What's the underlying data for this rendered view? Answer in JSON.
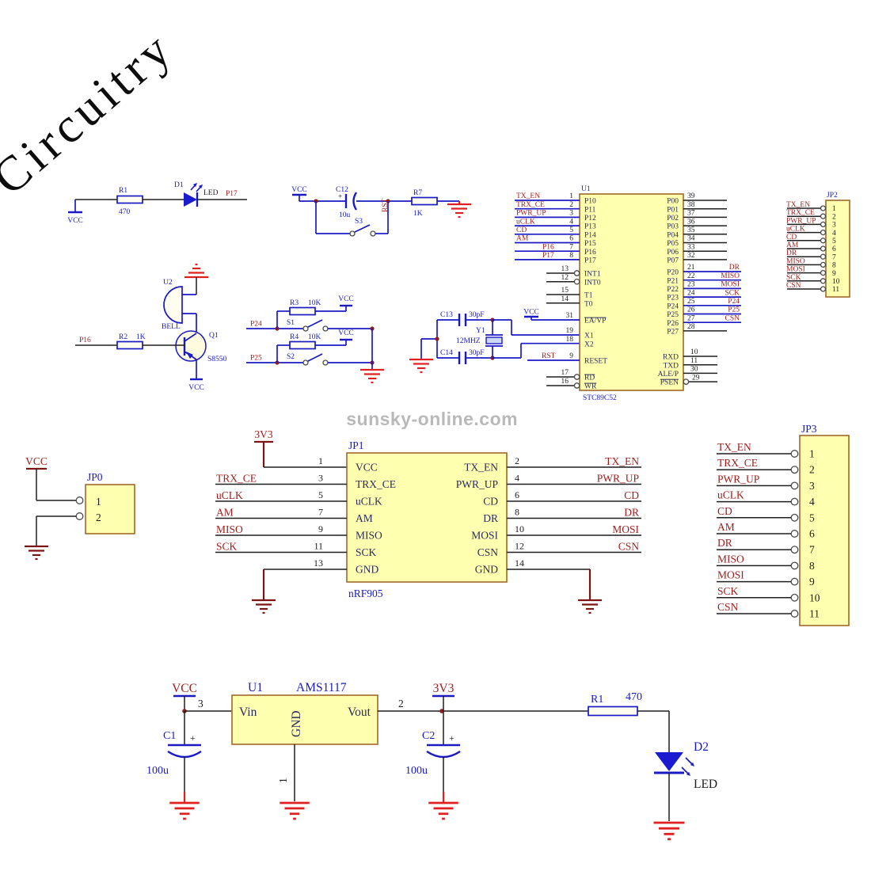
{
  "watermark": {
    "brand": "Circuitry",
    "site": "sunsky-online.com"
  },
  "colors": {
    "wire_blue": "#1a1ac4",
    "wire_dark": "#1f1f1f",
    "net_red": "#9e1c1c",
    "label_blue": "#1a1ac0",
    "box_fill": "#ffffb0",
    "box_border": "#a0682a",
    "ground_red": "#e02020",
    "ground_dark": "#7c1414",
    "watermark_gray": "#b9b9b9"
  },
  "led_top": {
    "vcc": "VCC",
    "r_ref": "R1",
    "r_val": "470",
    "d_ref": "D1",
    "d_type": "LED",
    "net": "P17"
  },
  "reset": {
    "vcc": "VCC",
    "c_ref": "C12",
    "c_plus": "+",
    "c_val": "10u",
    "net": "RST",
    "r_ref": "R7",
    "r_val": "1K",
    "s_ref": "S3"
  },
  "buzzer": {
    "u_ref": "U2",
    "device": "BELL",
    "q_ref": "Q1",
    "q_part": "S8550",
    "r_ref": "R2",
    "r_val": "1K",
    "net": "P16",
    "vcc": "VCC"
  },
  "keys": [
    {
      "net": "P24",
      "r_ref": "R3",
      "r_val": "10K",
      "vcc": "VCC",
      "s_ref": "S1"
    },
    {
      "net": "P25",
      "r_ref": "R4",
      "r_val": "10K",
      "vcc": "VCC",
      "s_ref": "S2"
    }
  ],
  "osc": {
    "c1_ref": "C13",
    "c1_val": "30pF",
    "c2_ref": "C14",
    "c2_val": "30pF",
    "y_ref": "Y1",
    "y_val": "12MHZ"
  },
  "mcu": {
    "ref": "U1",
    "part": "STC89C52",
    "vcc": "VCC",
    "rst": "RST",
    "left": [
      {
        "net": "TX_EN",
        "pin": "1",
        "name": "P10"
      },
      {
        "net": "TRX_CE",
        "pin": "2",
        "name": "P11"
      },
      {
        "net": "PWR_UP",
        "pin": "3",
        "name": "P12"
      },
      {
        "net": "uCLK",
        "pin": "4",
        "name": "P13"
      },
      {
        "net": "CD",
        "pin": "5",
        "name": "P14"
      },
      {
        "net": "AM",
        "pin": "6",
        "name": "P15"
      },
      {
        "net": "P16",
        "pin": "7",
        "name": "P16"
      },
      {
        "net": "P17",
        "pin": "8",
        "name": "P17"
      },
      {
        "pin": "13",
        "name": "INT1"
      },
      {
        "pin": "12",
        "name": "INT0"
      },
      {
        "pin": "15",
        "name": "T1"
      },
      {
        "pin": "14",
        "name": "T0"
      },
      {
        "pin": "31",
        "name": "EA/VP"
      },
      {
        "pin": "19",
        "name": "X1"
      },
      {
        "pin": "18",
        "name": "X2"
      },
      {
        "pin": "9",
        "name": "RESET"
      },
      {
        "pin": "17",
        "name": "RD"
      },
      {
        "pin": "16",
        "name": "WR"
      }
    ],
    "right": [
      {
        "pin": "39",
        "name": "P00"
      },
      {
        "pin": "38",
        "name": "P01"
      },
      {
        "pin": "37",
        "name": "P02"
      },
      {
        "pin": "36",
        "name": "P03"
      },
      {
        "pin": "35",
        "name": "P04"
      },
      {
        "pin": "34",
        "name": "P05"
      },
      {
        "pin": "33",
        "name": "P06"
      },
      {
        "pin": "32",
        "name": "P07"
      },
      {
        "pin": "21",
        "name": "P20",
        "net": "DR"
      },
      {
        "pin": "22",
        "name": "P21",
        "net": "MISO"
      },
      {
        "pin": "23",
        "name": "P22",
        "net": "MOSI"
      },
      {
        "pin": "24",
        "name": "P23",
        "net": "SCK"
      },
      {
        "pin": "25",
        "name": "P24",
        "net": "P24"
      },
      {
        "pin": "26",
        "name": "P25",
        "net": "P25"
      },
      {
        "pin": "27",
        "name": "P26",
        "net": "CSN"
      },
      {
        "pin": "28",
        "name": "P27"
      },
      {
        "pin": "10",
        "name": "RXD"
      },
      {
        "pin": "11",
        "name": "TXD"
      },
      {
        "pin": "30",
        "name": "ALE/P"
      },
      {
        "pin": "29",
        "name": "PSEN"
      }
    ]
  },
  "jp2": {
    "ref": "JP2",
    "pins": [
      {
        "num": "1",
        "net": "TX_EN"
      },
      {
        "num": "2",
        "net": "TRX_CE"
      },
      {
        "num": "3",
        "net": "PWR_UP"
      },
      {
        "num": "4",
        "net": "uCLK"
      },
      {
        "num": "5",
        "net": "CD"
      },
      {
        "num": "6",
        "net": "AM"
      },
      {
        "num": "7",
        "net": "DR"
      },
      {
        "num": "8",
        "net": "MISO"
      },
      {
        "num": "9",
        "net": "MOSI"
      },
      {
        "num": "10",
        "net": "SCK"
      },
      {
        "num": "11",
        "net": "CSN"
      }
    ]
  },
  "jp1": {
    "ref": "JP1",
    "part": "nRF905",
    "rail": "3V3",
    "left": [
      {
        "num": "1",
        "name": "VCC"
      },
      {
        "num": "3",
        "name": "TRX_CE",
        "net": "TRX_CE"
      },
      {
        "num": "5",
        "name": "uCLK",
        "net": "uCLK"
      },
      {
        "num": "7",
        "name": "AM",
        "net": "AM"
      },
      {
        "num": "9",
        "name": "MISO",
        "net": "MISO"
      },
      {
        "num": "11",
        "name": "SCK",
        "net": "SCK"
      },
      {
        "num": "13",
        "name": "GND"
      }
    ],
    "right": [
      {
        "num": "2",
        "name": "TX_EN",
        "net": "TX_EN"
      },
      {
        "num": "4",
        "name": "PWR_UP",
        "net": "PWR_UP"
      },
      {
        "num": "6",
        "name": "CD",
        "net": "CD"
      },
      {
        "num": "8",
        "name": "DR",
        "net": "DR"
      },
      {
        "num": "10",
        "name": "MOSI",
        "net": "MOSI"
      },
      {
        "num": "12",
        "name": "CSN",
        "net": "CSN"
      },
      {
        "num": "14",
        "name": "GND"
      }
    ]
  },
  "jp0": {
    "ref": "JP0",
    "vcc": "VCC",
    "pin1": "1",
    "pin2": "2"
  },
  "jp3": {
    "ref": "JP3",
    "pins": [
      {
        "num": "1",
        "net": "TX_EN"
      },
      {
        "num": "2",
        "net": "TRX_CE"
      },
      {
        "num": "3",
        "net": "PWR_UP"
      },
      {
        "num": "4",
        "net": "uCLK"
      },
      {
        "num": "5",
        "net": "CD"
      },
      {
        "num": "6",
        "net": "AM"
      },
      {
        "num": "7",
        "net": "DR"
      },
      {
        "num": "8",
        "net": "MISO"
      },
      {
        "num": "9",
        "net": "MOSI"
      },
      {
        "num": "10",
        "net": "SCK"
      },
      {
        "num": "11",
        "net": "CSN"
      }
    ]
  },
  "psu": {
    "vcc": "VCC",
    "rail": "3V3",
    "u_ref": "U1",
    "u_part": "AMS1117",
    "vin": "Vin",
    "gnd": "GND",
    "vout": "Vout",
    "pin_vin": "3",
    "pin_vout": "2",
    "pin_gnd": "1",
    "c1_ref": "C1",
    "c1_plus": "+",
    "c1_val": "100u",
    "c2_ref": "C2",
    "c2_plus": "+",
    "c2_val": "100u",
    "r_ref": "R1",
    "r_val": "470",
    "d_ref": "D2",
    "d_type": "LED"
  }
}
